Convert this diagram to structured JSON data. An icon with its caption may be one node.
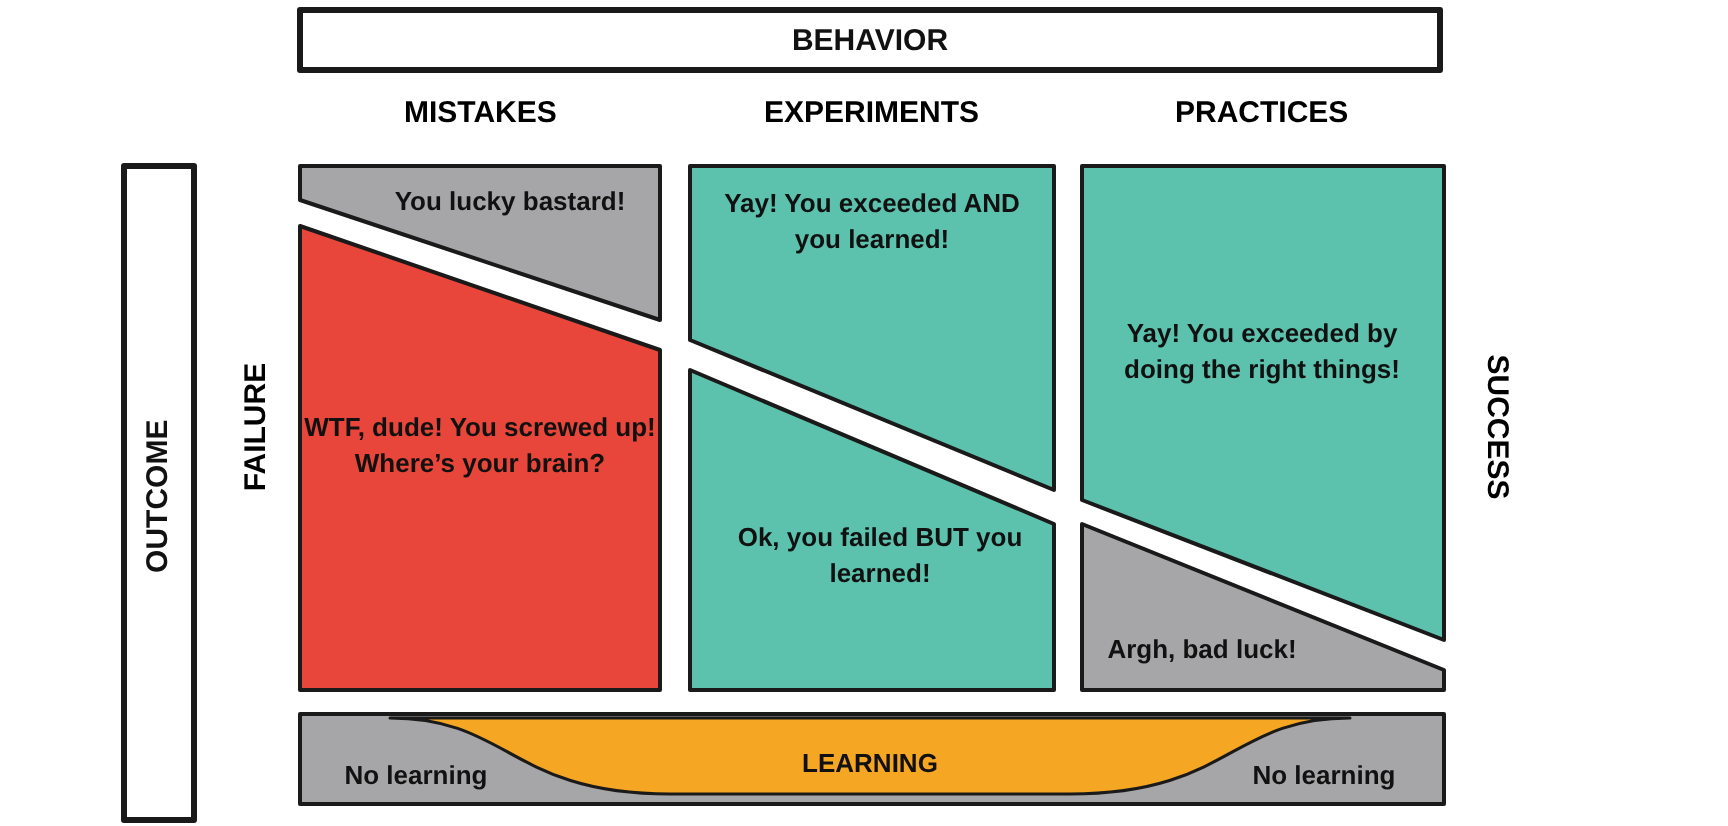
{
  "diagram": {
    "nodes": [
      {
        "text": [
          "BEHAVIOR"
        ]
      },
      {
        "text": [
          "OUTCOME"
        ]
      },
      {
        "text": [
          "You lucky bastard!"
        ]
      },
      {
        "text": [
          "WTF, dude! You screwed up! Where’s your brain?"
        ]
      },
      {
        "text": [
          "Yay! You exceeded AND you learned!"
        ]
      },
      {
        "text": [
          "Ok, you failed BUT you learned!"
        ]
      },
      {
        "text": [
          "Yay! You exceeded by doing the right things!"
        ]
      },
      {
        "text": [
          "Argh, bad luck!"
        ]
      },
      {
        "text": [
          "No learning",
          "No learning"
        ]
      },
      {
        "text": [
          "LEARNING"
        ],
        "in": 8
      }
    ],
    "edges": [],
    "labels": [
      "MISTAKES",
      "EXPERIMENTS",
      "PRACTICES",
      "FAILURE",
      "SUCCESS"
    ]
  }
}
